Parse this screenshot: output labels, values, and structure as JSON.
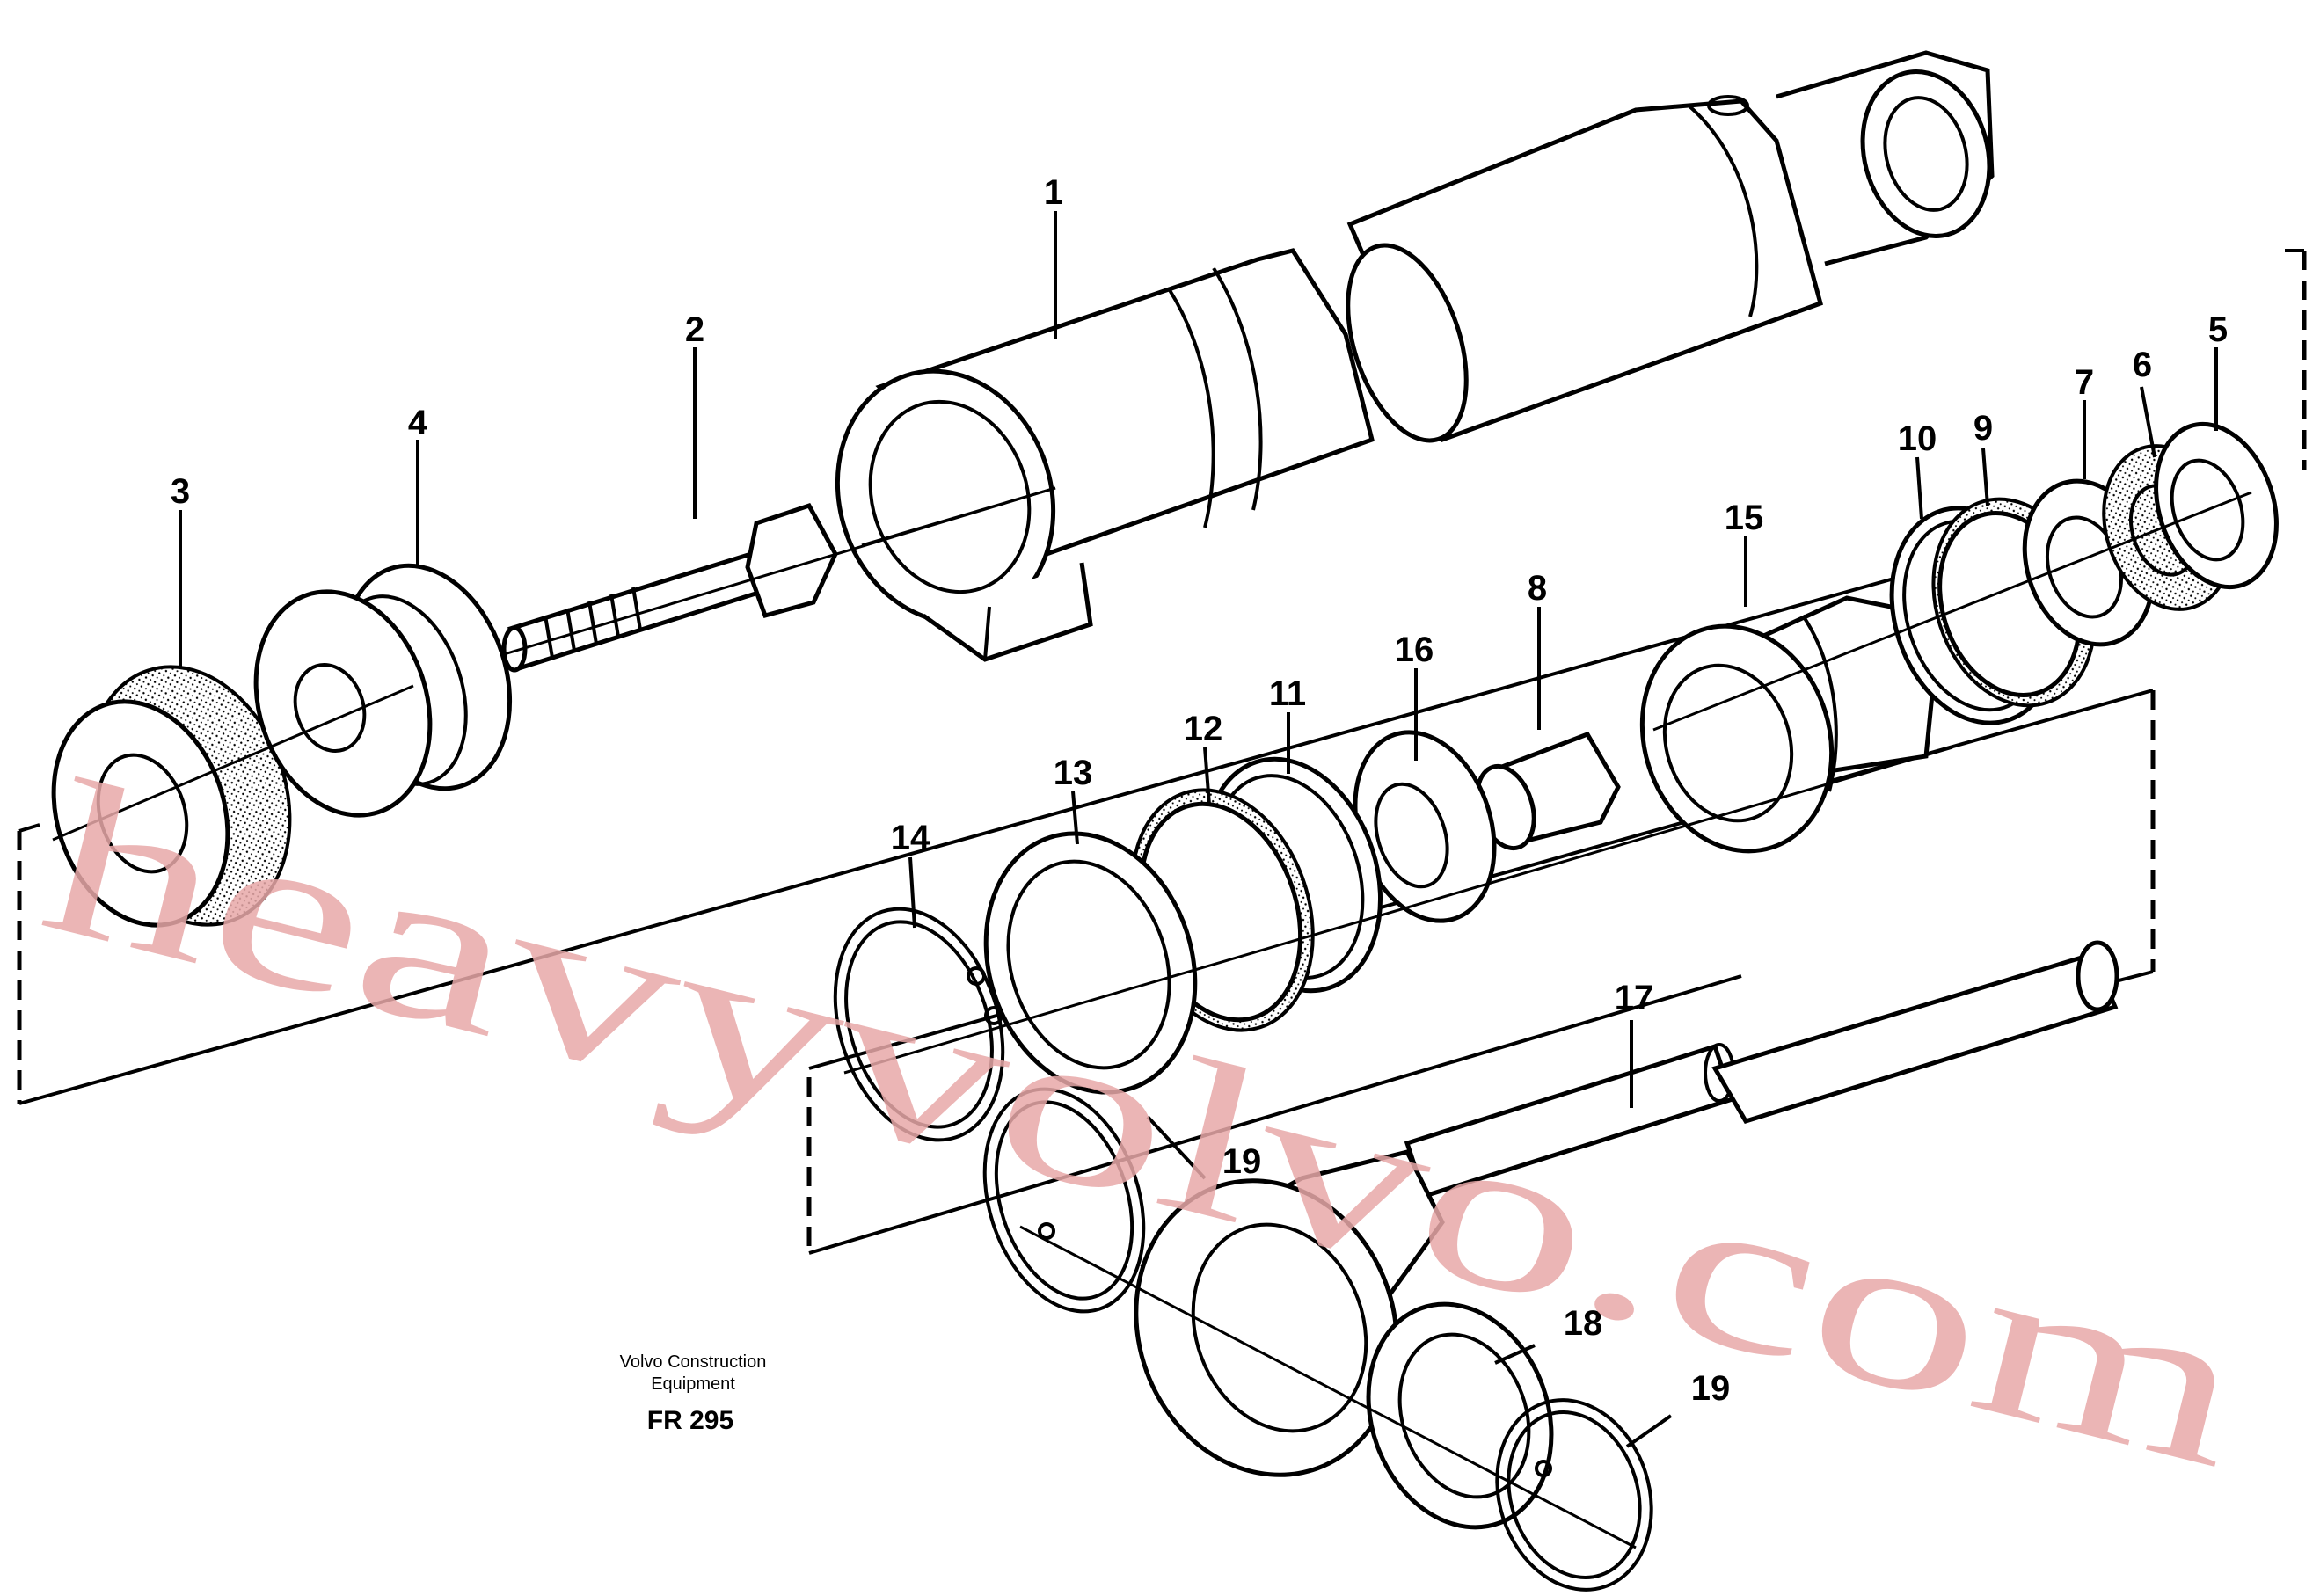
{
  "diagram": {
    "part_numbers": [
      "1",
      "2",
      "3",
      "4",
      "5",
      "6",
      "7",
      "8",
      "9",
      "10",
      "11",
      "12",
      "13",
      "14",
      "15",
      "16",
      "17",
      "18",
      "19",
      "19"
    ],
    "caption": {
      "line1": "Volvo Construction",
      "line2": "Equipment",
      "code": "FR 295"
    },
    "watermark": "heavyvolvo.com"
  }
}
